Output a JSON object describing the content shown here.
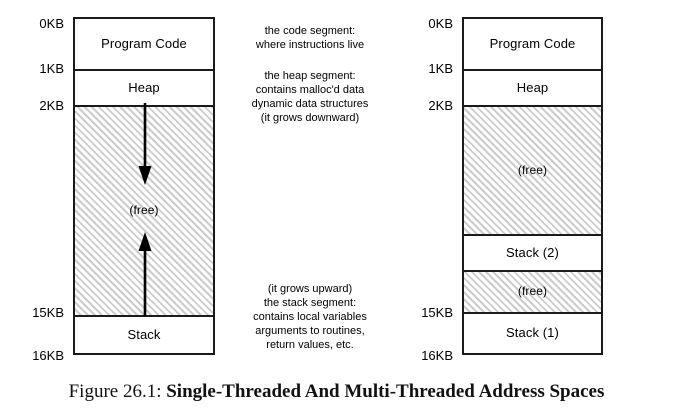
{
  "figure": {
    "caption_number": "Figure 26.1:",
    "caption_title": "Single-Threaded And Multi-Threaded Address Spaces"
  },
  "colors": {
    "stroke": "#1a1a1a",
    "hatch": "#cccccc",
    "background": "#ffffff",
    "text": "#000000"
  },
  "single_threaded": {
    "name": "single-threaded-address-space",
    "ticks": [
      {
        "label": "0KB"
      },
      {
        "label": "1KB"
      },
      {
        "label": "2KB"
      },
      {
        "label": "15KB"
      },
      {
        "label": "16KB"
      }
    ],
    "segments": [
      {
        "label": "Program Code",
        "fill": "plain"
      },
      {
        "label": "Heap",
        "fill": "plain"
      },
      {
        "label": "(free)",
        "fill": "hatched"
      },
      {
        "label": "Stack",
        "fill": "plain"
      }
    ],
    "annotations": [
      {
        "name": "code-segment-annotation",
        "text": "the code segment:\nwhere instructions live"
      },
      {
        "name": "heap-segment-annotation",
        "text": "the heap segment:\ncontains malloc'd data\ndynamic data structures\n(it grows downward)"
      },
      {
        "name": "stack-segment-annotation",
        "text": "(it grows upward)\nthe stack segment:\ncontains local variables\narguments to routines,\nreturn values, etc."
      }
    ],
    "arrows": [
      {
        "name": "heap-growth-arrow",
        "direction": "down"
      },
      {
        "name": "stack-growth-arrow",
        "direction": "up"
      }
    ]
  },
  "multi_threaded": {
    "name": "multi-threaded-address-space",
    "ticks": [
      {
        "label": "0KB"
      },
      {
        "label": "1KB"
      },
      {
        "label": "2KB"
      },
      {
        "label": "15KB"
      },
      {
        "label": "16KB"
      }
    ],
    "segments": [
      {
        "label": "Program Code",
        "fill": "plain"
      },
      {
        "label": "Heap",
        "fill": "plain"
      },
      {
        "label": "(free)",
        "fill": "hatched"
      },
      {
        "label": "Stack (2)",
        "fill": "plain"
      },
      {
        "label": "(free)",
        "fill": "hatched"
      },
      {
        "label": "Stack (1)",
        "fill": "plain"
      }
    ]
  }
}
